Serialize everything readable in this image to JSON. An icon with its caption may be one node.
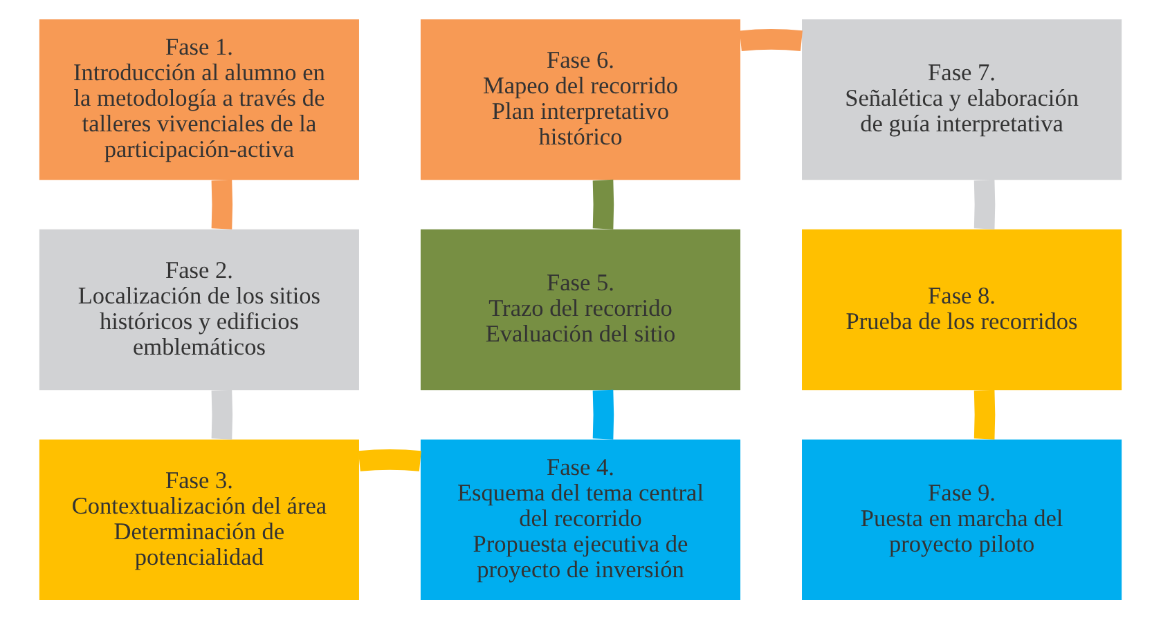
{
  "diagram": {
    "nodes": [
      {
        "text": [
          "Fase 1.",
          "Introducción al alumno en la metodología a través de talleres vivenciales de la participación-activa"
        ]
      },
      {
        "text": [
          "Fase 2.",
          "Localización de los sitios históricos y edificios emblemáticos"
        ]
      },
      {
        "text": [
          "Fase 3.",
          "Contextualización del área",
          "Determinación de potencialidad"
        ]
      },
      {
        "text": [
          "Fase 4.",
          "Esquema del tema central del recorrido",
          "Propuesta ejecutiva de proyecto de inversión"
        ]
      },
      {
        "text": [
          "Fase 5.",
          "Trazo del recorrido",
          "Evaluación del sitio"
        ]
      },
      {
        "text": [
          "Fase 6.",
          "Mapeo del recorrido",
          "Plan interpretativo histórico"
        ]
      },
      {
        "text": [
          "Fase 7.",
          "Señalética y elaboración de guía interpretativa"
        ]
      },
      {
        "text": [
          "Fase 8.",
          "Prueba de los recorridos"
        ]
      },
      {
        "text": [
          "Fase 9.",
          "Puesta en marcha del proyecto piloto"
        ]
      }
    ],
    "edges": [
      {
        "from": 0,
        "to": 1,
        "arrow": "none",
        "color": "#f79a55"
      },
      {
        "from": 1,
        "to": 2,
        "arrow": "none",
        "color": "#d1d2d4"
      },
      {
        "from": 2,
        "to": 3,
        "arrow": "none",
        "color": "#ffc000"
      },
      {
        "from": 3,
        "to": 4,
        "arrow": "none",
        "color": "#00aeef"
      },
      {
        "from": 4,
        "to": 5,
        "arrow": "none",
        "color": "#778f43"
      },
      {
        "from": 5,
        "to": 6,
        "arrow": "none",
        "color": "#f79a55"
      },
      {
        "from": 6,
        "to": 7,
        "arrow": "none",
        "color": "#d1d2d4"
      },
      {
        "from": 7,
        "to": 8,
        "arrow": "none",
        "color": "#ffc000"
      }
    ]
  }
}
